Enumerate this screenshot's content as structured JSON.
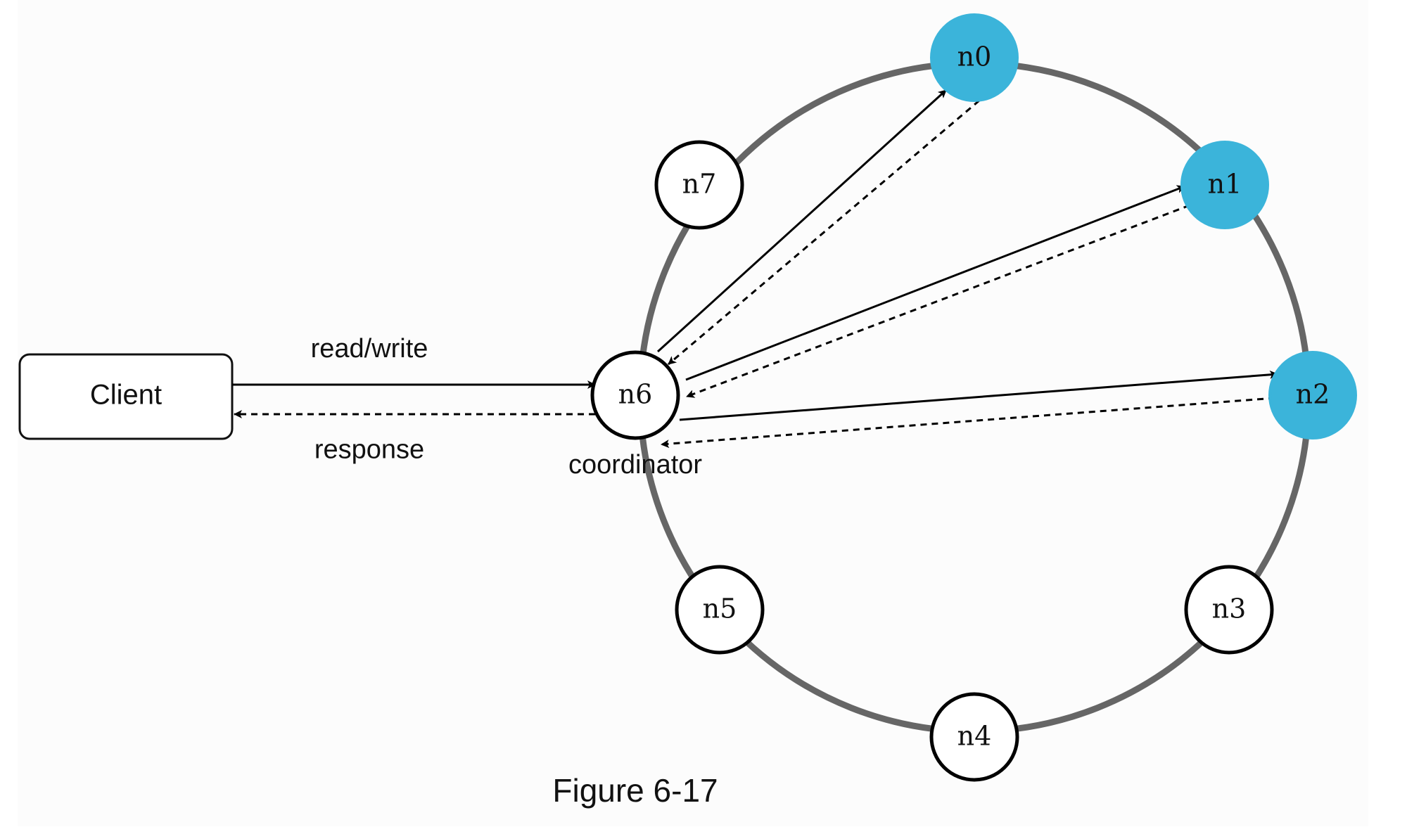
{
  "client": {
    "label": "Client"
  },
  "edges": {
    "request_label": "read/write",
    "response_label": "response"
  },
  "coordinator": {
    "node": "n6",
    "caption": "coordinator"
  },
  "nodes": [
    "n0",
    "n1",
    "n2",
    "n3",
    "n4",
    "n5",
    "n6",
    "n7"
  ],
  "replica_nodes": [
    "n0",
    "n1",
    "n2"
  ],
  "figure_caption": "Figure 6-17",
  "colors": {
    "replica_fill": "#3bb4da",
    "ring": "#666666",
    "node_stroke": "#000000",
    "background": "#fcfcfc"
  }
}
